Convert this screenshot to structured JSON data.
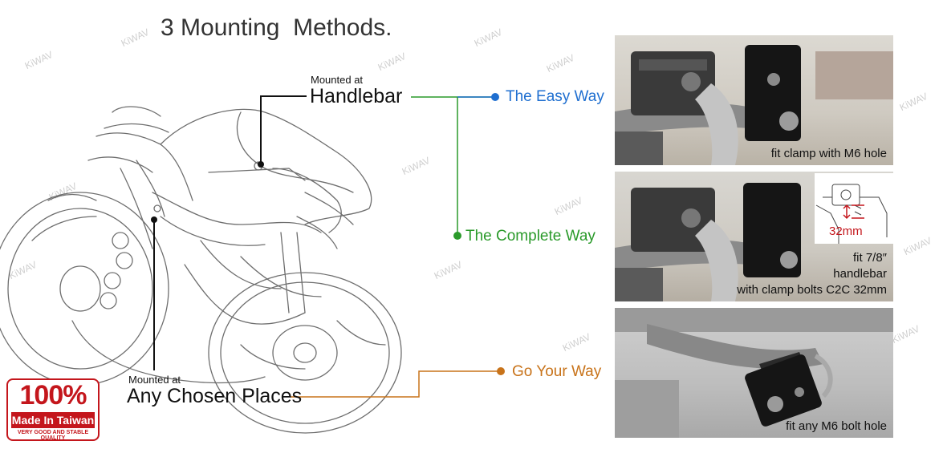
{
  "title": "3 Mounting  Methods.",
  "labels": {
    "handlebar_small": "Mounted at",
    "handlebar_big": "Handlebar",
    "any_small": "Mounted at",
    "any_big": "Any Chosen Places"
  },
  "methods": {
    "easy": "The Easy Way",
    "complete": "The Complete Way",
    "your": "Go Your Way"
  },
  "captions": {
    "photo1": "fit clamp with M6 hole",
    "photo2_line1": "fit 7/8″",
    "photo2_line2": "handlebar",
    "photo2_line3": "with clamp bolts C2C 32mm",
    "photo3": "fit any M6 bolt hole"
  },
  "diagram_measure": "32mm",
  "badge": {
    "percent": "100%",
    "made": "Made In Taiwan",
    "quality": "VERY GOOD AND STABLE QUALITY"
  },
  "watermark": "KiWAV",
  "colors": {
    "easy": "#1f6fd0",
    "complete": "#2a9a2a",
    "your": "#c8731a",
    "badge_red": "#c4161c"
  }
}
